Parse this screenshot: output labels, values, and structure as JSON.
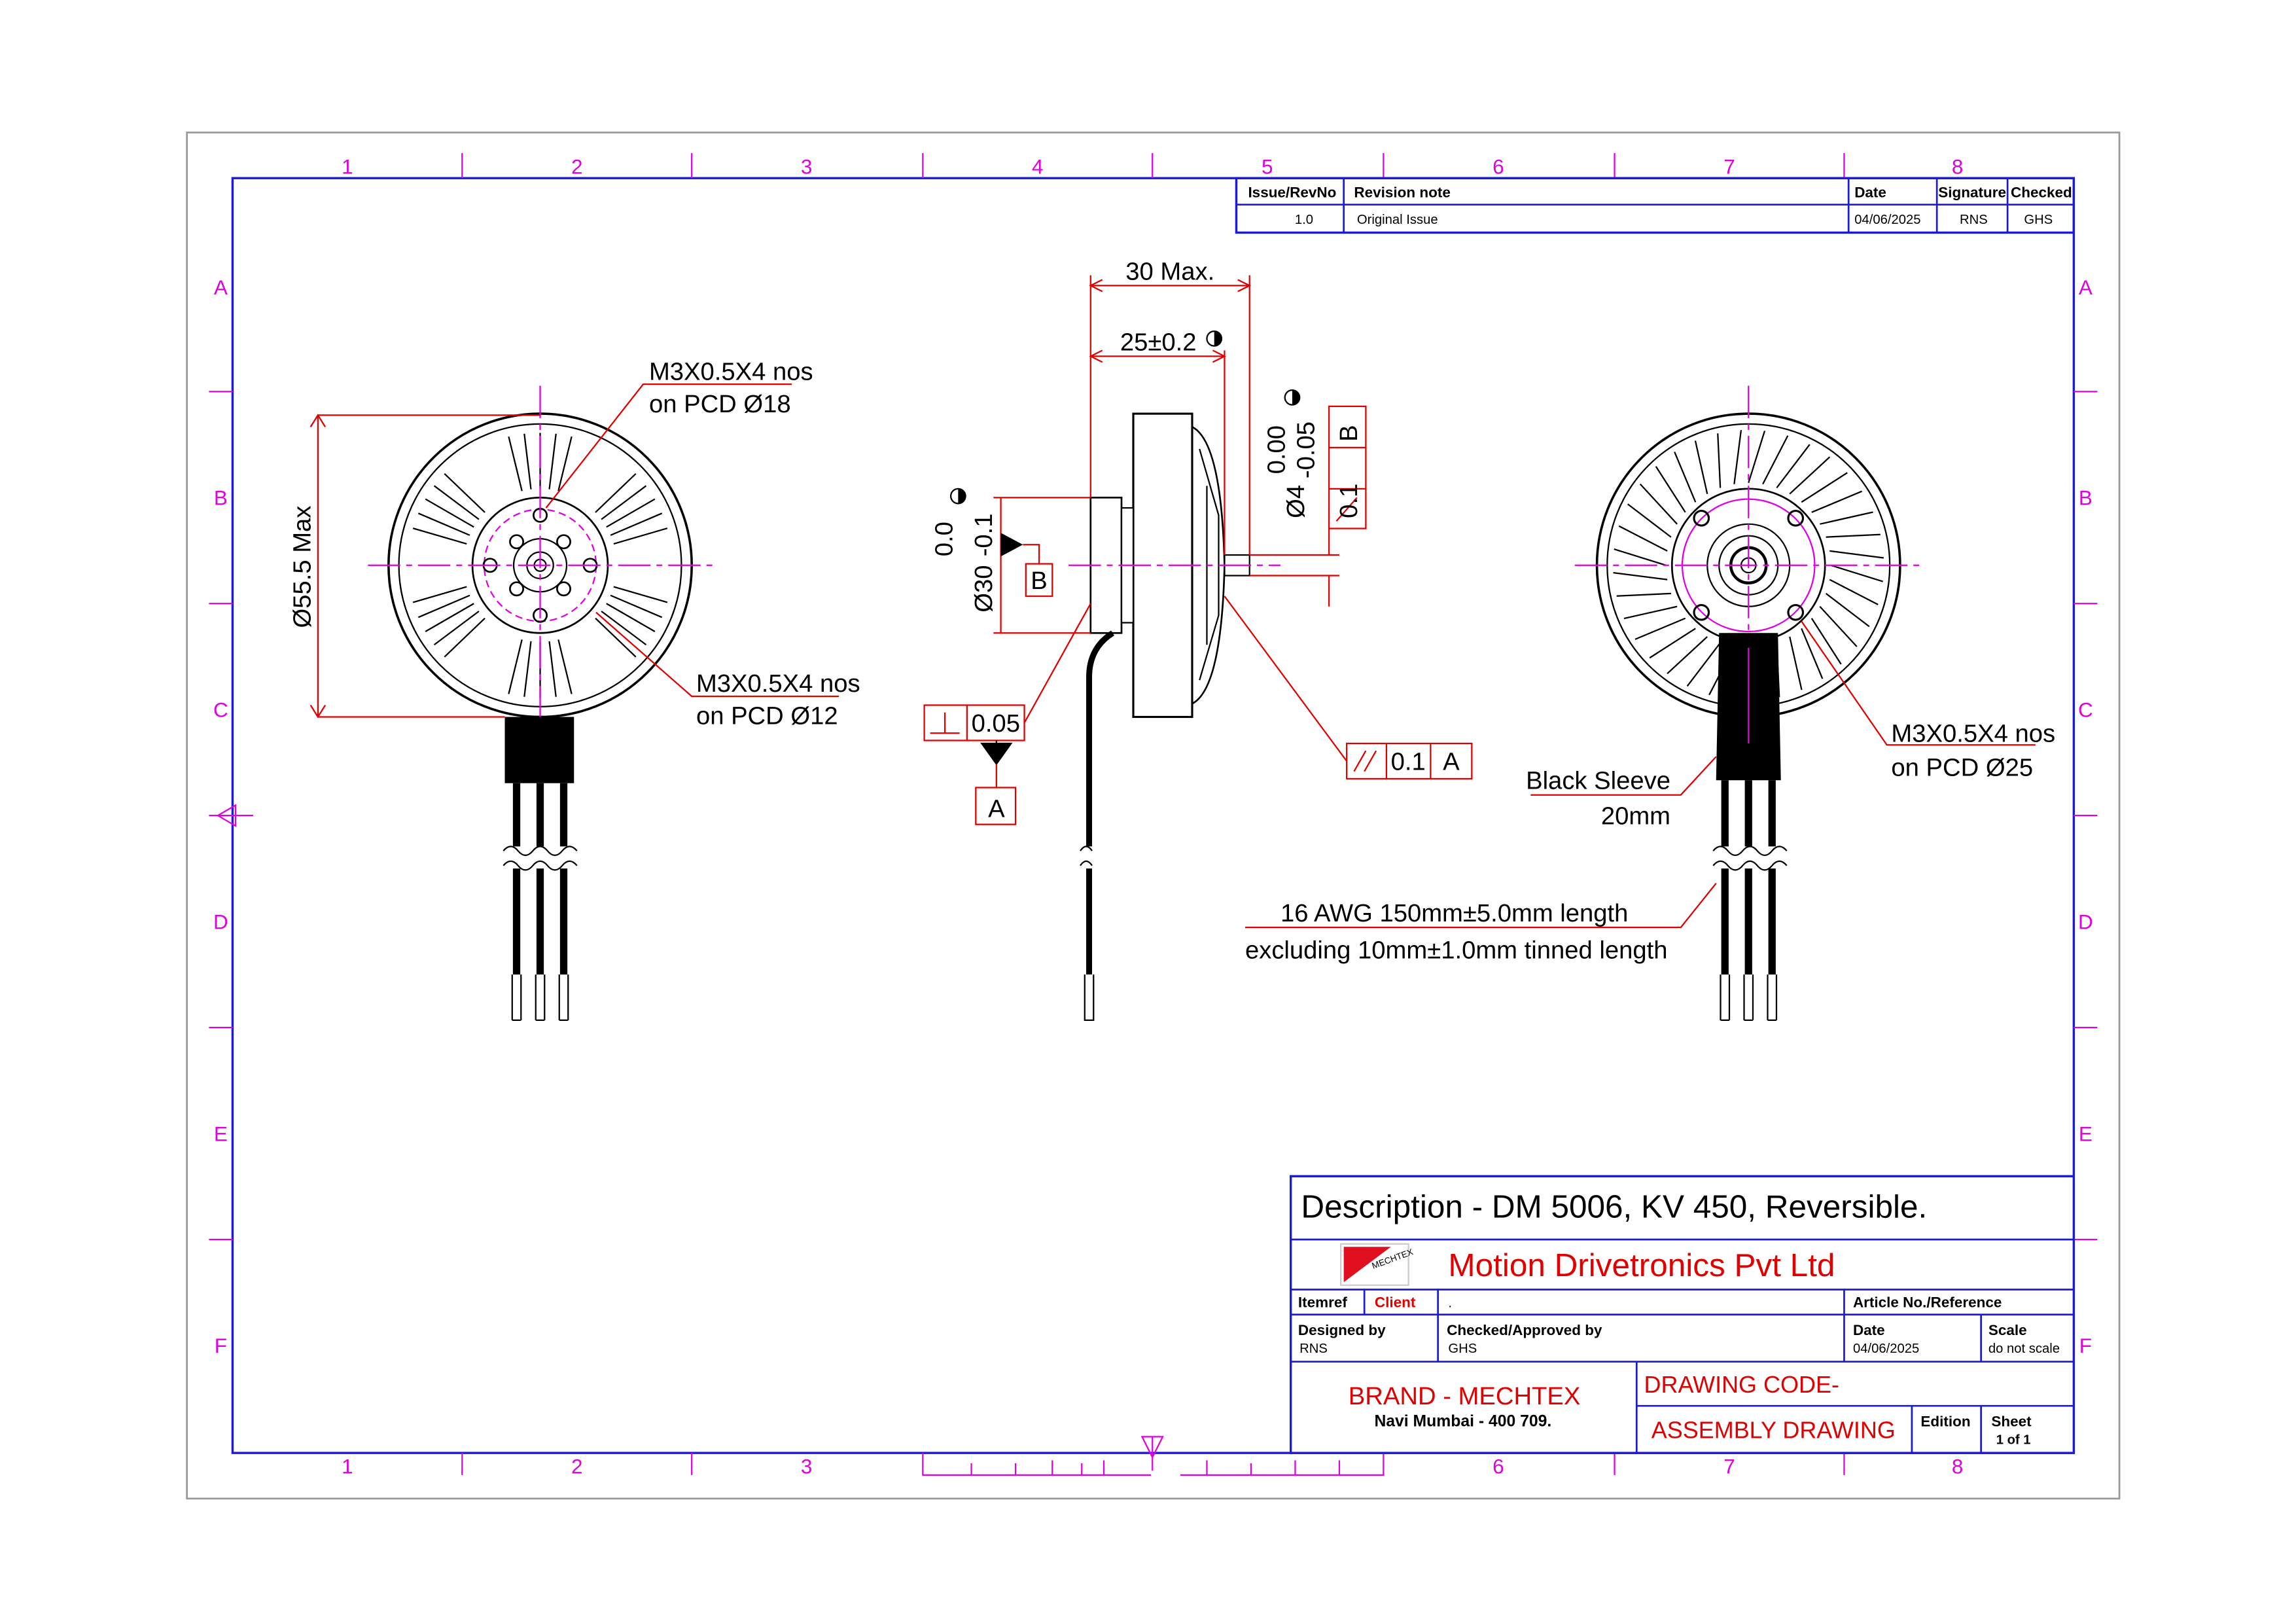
{
  "zones": {
    "columns": [
      "1",
      "2",
      "3",
      "4",
      "5",
      "6",
      "7",
      "8"
    ],
    "rows": [
      "A",
      "B",
      "C",
      "D",
      "E",
      "F"
    ]
  },
  "revision_table": {
    "headers": [
      "Issue/RevNo",
      "Revision note",
      "Date",
      "Signature",
      "Checked"
    ],
    "rows": [
      [
        "1.0",
        "Original Issue",
        "04/06/2025",
        "RNS",
        "GHS"
      ]
    ]
  },
  "annotations": {
    "front_pcd18_line1": "M3X0.5X4 nos",
    "front_pcd18_line2": "on PCD Ø18",
    "front_pcd12_line1": "M3X0.5X4 nos",
    "front_pcd12_line2": "on PCD Ø12",
    "front_diameter": "Ø55.5 Max",
    "side_overall": "30 Max.",
    "side_body": "25±0.2",
    "shaft_dia": "Ø4",
    "shaft_tol_upper": "0.00",
    "shaft_tol_lower": "-0.05",
    "runout_value": "0.1",
    "runout_datum": "B",
    "pilot_dia": "Ø30",
    "pilot_tol_upper": "0.0",
    "pilot_tol_lower": "-0.1",
    "datum_b": "B",
    "perp_value": "0.05",
    "datum_a": "A",
    "parallel_value": "0.1",
    "parallel_datum": "A",
    "sleeve_line1": "Black Sleeve",
    "sleeve_line2": "20mm",
    "wire_line1": "16 AWG 150mm±5.0mm length",
    "wire_line2": "excluding 10mm±1.0mm tinned length",
    "rear_pcd25_line1": "M3X0.5X4 nos",
    "rear_pcd25_line2": "on PCD Ø25"
  },
  "title_block": {
    "description": "Description - DM 5006, KV 450, Reversible.",
    "company": "Motion Drivetronics Pvt Ltd",
    "logo_text": "MECHTEX",
    "itemref_label": "Itemref",
    "client_label": "Client",
    "client_value": ".",
    "article_label": "Article No./Reference",
    "designed_label": "Designed by",
    "designed_value": "RNS",
    "checked_label": "Checked/Approved by",
    "checked_value": "GHS",
    "date_label": "Date",
    "date_value": "04/06/2025",
    "scale_label": "Scale",
    "scale_value": "do not scale",
    "brand": "BRAND - MECHTEX",
    "address": "Navi Mumbai - 400 709.",
    "drawing_code_label": "DRAWING CODE-",
    "drawing_type": "ASSEMBLY DRAWING",
    "edition_label": "Edition",
    "sheet_label": "Sheet",
    "sheet_value": "1 of 1"
  },
  "colors": {
    "frame": "#1a1ad8",
    "zone": "#e000e0",
    "dim": "#e00000",
    "line": "#000000"
  }
}
